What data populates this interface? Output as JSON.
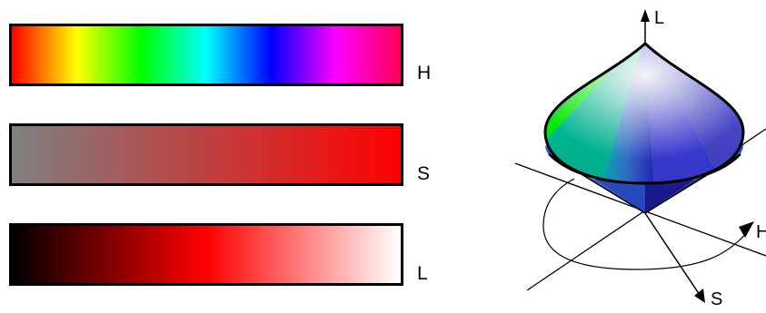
{
  "bars": [
    {
      "label": "H",
      "stops": [
        "#ff0000",
        "#ffff00",
        "#00ff00",
        "#00ffff",
        "#0000ff",
        "#ff00ff",
        "#ff0055"
      ]
    },
    {
      "label": "S",
      "stops": [
        "#808080",
        "#ff0000"
      ]
    },
    {
      "label": "L",
      "stops": [
        "#000000",
        "#ff0000",
        "#ffffff"
      ]
    }
  ],
  "axes": {
    "lightness": "L",
    "saturation": "S",
    "hue": "H"
  },
  "colors": {
    "outline": "#000000",
    "background": "#ffffff"
  }
}
